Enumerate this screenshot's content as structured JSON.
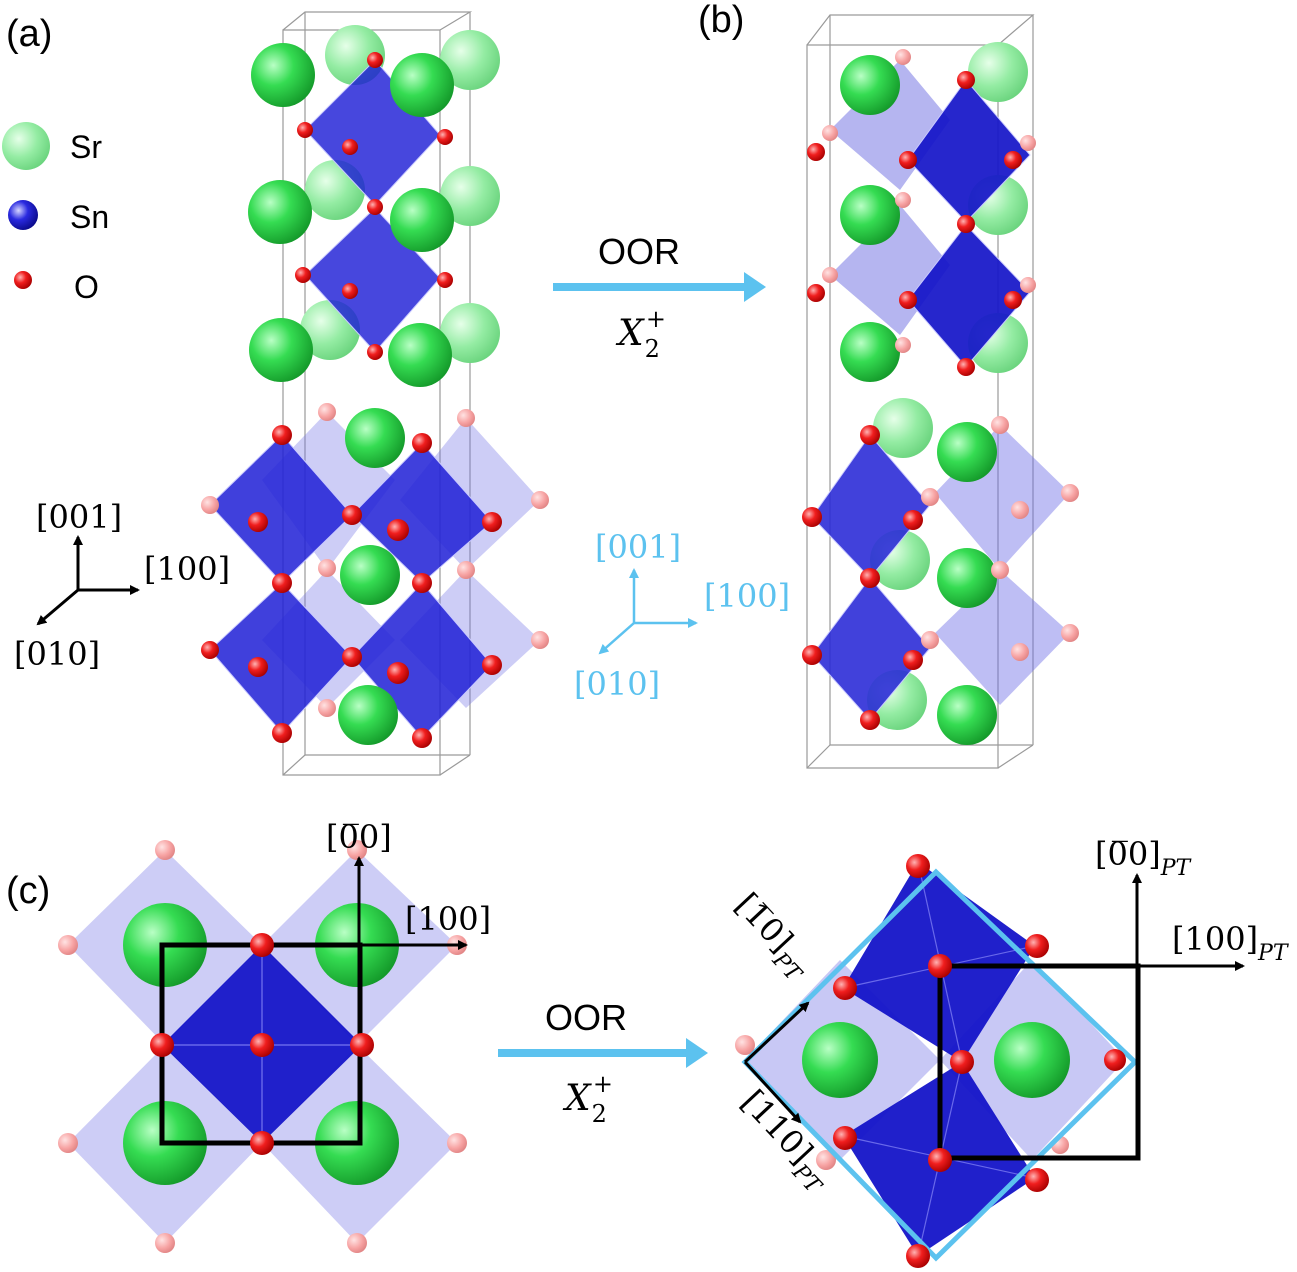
{
  "panels": {
    "a": "(a)",
    "b": "(b)",
    "c": "(c)"
  },
  "legend": [
    {
      "symbol": "Sr",
      "color": "#2fd84a"
    },
    {
      "symbol": "Sn",
      "color": "#1a1ad8"
    },
    {
      "symbol": "O",
      "color": "#ee1c1c"
    }
  ],
  "transform_top": {
    "label": "OOR",
    "irrep": "X",
    "irrep_sub": "2",
    "irrep_sup": "+"
  },
  "transform_bottom": {
    "label": "OOR",
    "irrep": "X",
    "irrep_sub": "2",
    "irrep_sup": "+"
  },
  "axes_a": {
    "z": "[001]",
    "x": "[100]",
    "y": "[010]"
  },
  "axes_b": {
    "z": "[001]",
    "x": "[100]",
    "y": "[010]"
  },
  "axes_c_left": {
    "up": "[0̅0]",
    "right": "[100]"
  },
  "axes_c_right": {
    "up": "[0̅0]",
    "up_sub": "PT",
    "right": "[100]",
    "right_sub": "PT",
    "diag_up": "[1̅0]",
    "diag_up_sub": "PT",
    "diag_down": "[110]",
    "diag_down_sub": "PT"
  },
  "colors": {
    "sr": "#2fd84a",
    "sn": "#1414c8",
    "o": "#ee1c1c",
    "arrow_blue": "#5cc2ef",
    "axis_blue": "#5cc2ef",
    "cell_line": "#999999",
    "cell_box": "#000000",
    "rotated_box": "#5cc2ef"
  }
}
